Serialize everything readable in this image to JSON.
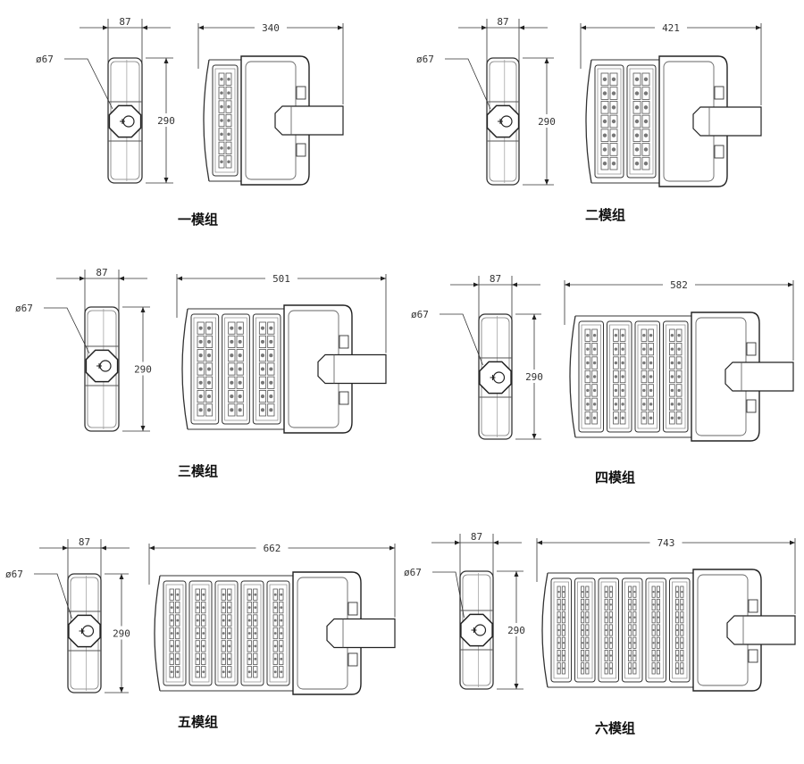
{
  "variants": [
    {
      "caption": "一模组",
      "modules": 1,
      "side_width": "87",
      "pole_dia": "ø67",
      "height": "290",
      "length": "340"
    },
    {
      "caption": "二模组",
      "modules": 2,
      "side_width": "87",
      "pole_dia": "ø67",
      "height": "290",
      "length": "421"
    },
    {
      "caption": "三模组",
      "modules": 3,
      "side_width": "87",
      "pole_dia": "ø67",
      "height": "290",
      "length": "501"
    },
    {
      "caption": "四模组",
      "modules": 4,
      "side_width": "87",
      "pole_dia": "ø67",
      "height": "290",
      "length": "582"
    },
    {
      "caption": "五模组",
      "modules": 5,
      "side_width": "87",
      "pole_dia": "ø67",
      "height": "290",
      "length": "662"
    },
    {
      "caption": "六模组",
      "modules": 6,
      "side_width": "87",
      "pole_dia": "ø67",
      "height": "290",
      "length": "743"
    }
  ]
}
